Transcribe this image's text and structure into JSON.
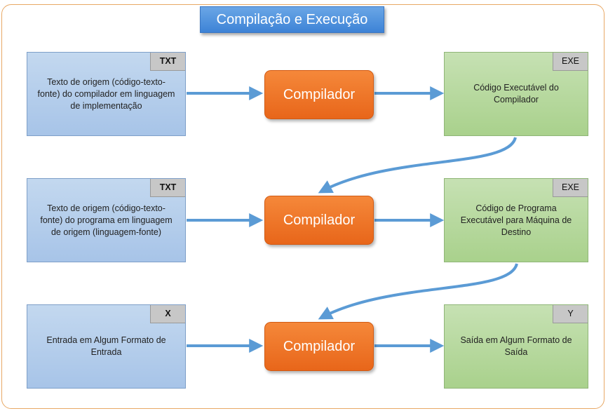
{
  "title": "Compilação e Execução",
  "rows": [
    {
      "source": {
        "text": "Texto de origem (código-texto-fonte) do compilador em linguagem de implementação",
        "tag": "TXT"
      },
      "process": "Compilador",
      "output": {
        "text": "Código Executável do Compilador",
        "tag": "EXE"
      }
    },
    {
      "source": {
        "text": "Texto de origem (código-texto-fonte) do programa em linguagem de origem (linguagem-fonte)",
        "tag": "TXT"
      },
      "process": "Compilador",
      "output": {
        "text": "Código de Programa Executável para Máquina de Destino",
        "tag": "EXE"
      }
    },
    {
      "source": {
        "text": "Entrada em Algum Formato de Entrada",
        "tag": "X"
      },
      "process": "Compilador",
      "output": {
        "text": "Saída em Algum Formato de Saída",
        "tag": "Y"
      }
    }
  ],
  "colors": {
    "source": "#a7c4e8",
    "process": "#ef7426",
    "output": "#a9d18c",
    "arrow": "#5b9bd5",
    "frame": "#e8a865"
  }
}
